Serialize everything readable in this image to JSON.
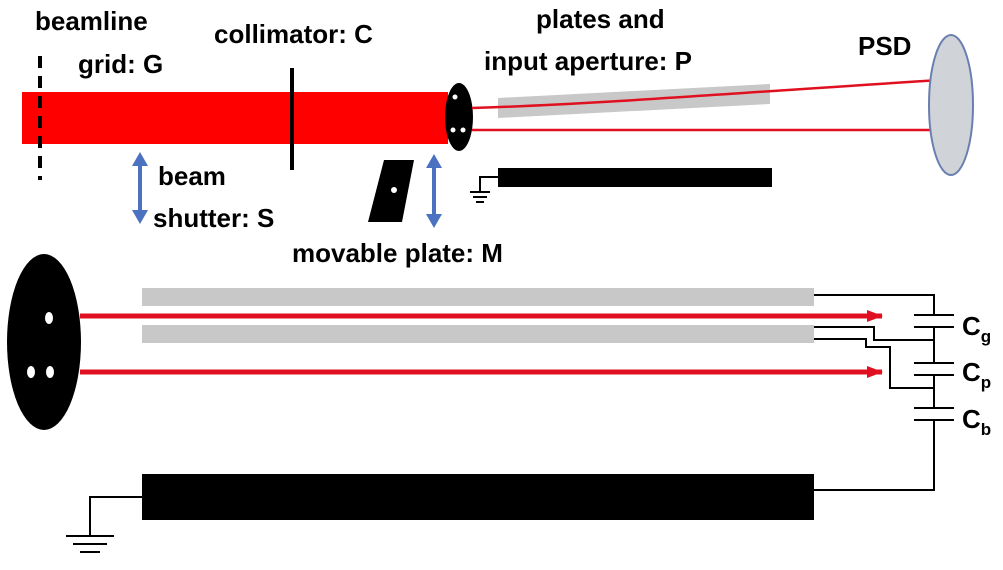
{
  "labels": {
    "beamline": "beamline",
    "grid": "grid: G",
    "collimator": "collimator: C",
    "plates_line1": "plates and",
    "plates_line2": "input aperture: P",
    "psd": "PSD",
    "beam": "beam",
    "shutter": "shutter: S",
    "movable": "movable plate: M"
  },
  "capacitors": [
    {
      "base": "C",
      "sub": "g"
    },
    {
      "base": "C",
      "sub": "p"
    },
    {
      "base": "C",
      "sub": "b"
    }
  ],
  "colors": {
    "beam": "#ff0000",
    "arrow": "#e01020",
    "plate_gray": "#c8c8c8",
    "plate_black": "#000000",
    "psd_fill": "#d0d4d8",
    "psd_stroke": "#6a7fb0",
    "shutter_arrow": "#4a72c0"
  }
}
